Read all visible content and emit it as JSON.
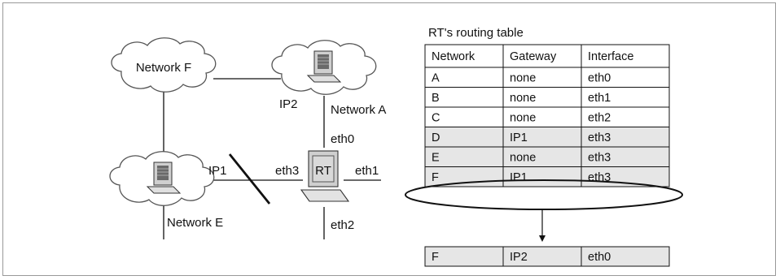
{
  "network_diagram": {
    "clouds": {
      "network_f": "Network F",
      "network_a": "Network A",
      "network_e": "Network E"
    },
    "router_label": "RT",
    "interfaces": {
      "eth0": "eth0",
      "eth1": "eth1",
      "eth2": "eth2",
      "eth3": "eth3"
    },
    "ip_labels": {
      "ip1": "IP1",
      "ip2": "IP2"
    }
  },
  "routing_table": {
    "caption": "RT's routing table",
    "headers": [
      "Network",
      "Gateway",
      "Interface"
    ],
    "rows": [
      [
        "A",
        "none",
        "eth0"
      ],
      [
        "B",
        "none",
        "eth1"
      ],
      [
        "C",
        "none",
        "eth2"
      ],
      [
        "D",
        "IP1",
        "eth3"
      ],
      [
        "E",
        "none",
        "eth3"
      ],
      [
        "F",
        "IP1",
        "eth3"
      ]
    ],
    "highlighted_rows": [
      3,
      4,
      5
    ],
    "circled_row": 5,
    "new_row": [
      "F",
      "IP2",
      "eth0"
    ]
  },
  "colors": {
    "shaded_row": "#e6e6e6",
    "line": "#111111"
  }
}
